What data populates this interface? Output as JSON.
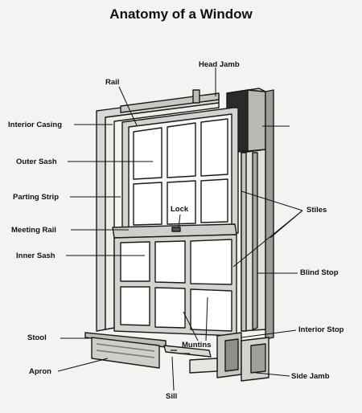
{
  "title": "Anatomy of a Window",
  "labels": {
    "head_jamb": "Head Jamb",
    "rail": "Rail",
    "interior_casing": "Interior Casing",
    "outer_sash": "Outer Sash",
    "parting_strip": "Parting Strip",
    "lock": "Lock",
    "stiles": "Stiles",
    "meeting_rail": "Meeting Rail",
    "inner_sash": "Inner Sash",
    "blind_stop": "Blind Stop",
    "interior_stop": "Interior Stop",
    "stool": "Stool",
    "muntins": "Muntins",
    "apron": "Apron",
    "side_jamb": "Side Jamb",
    "sill": "Sill"
  }
}
